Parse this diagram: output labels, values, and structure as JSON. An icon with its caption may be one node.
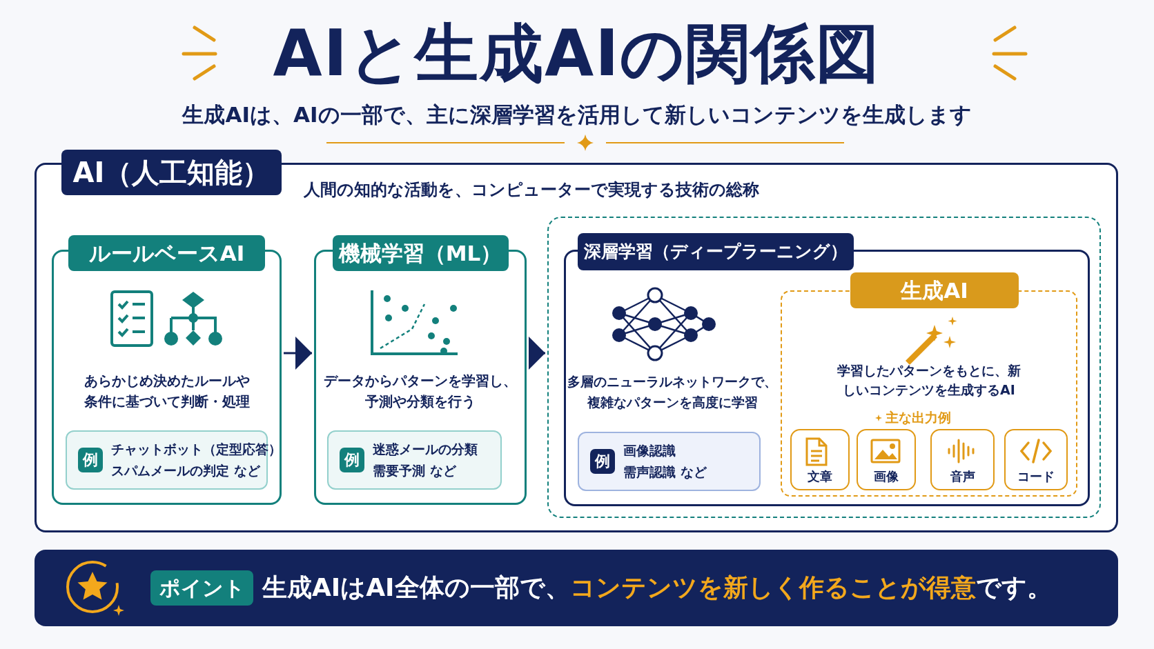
{
  "diagram": {
    "title": "AIと生成AIの関係図",
    "nodes": [
      {
        "text": [
          "AI（人工知能）",
          "人間の知的な活動を、コンピューターで実現する技術の総称"
        ]
      },
      {
        "text": [
          "ルールベースAI",
          "あらかじめ決めたルールや条件に基づいて判断・処理"
        ],
        "in": 0
      },
      {
        "text": [
          "例",
          "チャットボット（定型応答）",
          "スパムメールの判定 など"
        ],
        "in": 1
      },
      {
        "text": [
          "機械学習（ML）",
          "データからパターンを学習し、予測や分類を行う"
        ],
        "in": 0
      },
      {
        "text": [
          "例",
          "迷惑メールの分類",
          "需要予測 など"
        ],
        "in": 3
      },
      {
        "text": [],
        "shape": "box",
        "in": 0
      },
      {
        "text": [
          "深層学習（ディープラーニング）",
          "多層のニューラルネットワークで、複雑なパターンを高度に学習"
        ],
        "in": 5
      },
      {
        "text": [
          "例",
          "画像認識",
          "需声認識 など"
        ],
        "in": 6
      },
      {
        "text": [
          "生成AI",
          "学習したパターンをもとに、新しいコンテンツを生成するAI",
          "主な出力例"
        ],
        "in": 6
      },
      {
        "text": [
          "文章"
        ],
        "in": 8
      },
      {
        "text": [
          "画像"
        ],
        "in": 8
      },
      {
        "text": [
          "音声"
        ],
        "in": 8
      },
      {
        "text": [
          "コード"
        ],
        "in": 8
      },
      {
        "text": [
          "ポイント",
          "生成AIはAI全体の一部で、**コンテンツを新しく作ることが得意**です。"
        ]
      }
    ],
    "edges": [
      {
        "from": 1,
        "to": 3,
        "arrow": "to"
      },
      {
        "from": 3,
        "to": 5,
        "arrow": "to"
      }
    ],
    "labels": [
      "生成AIは、AIの一部で、主に深層学習を活用して新しいコンテンツを生成します"
    ]
  }
}
